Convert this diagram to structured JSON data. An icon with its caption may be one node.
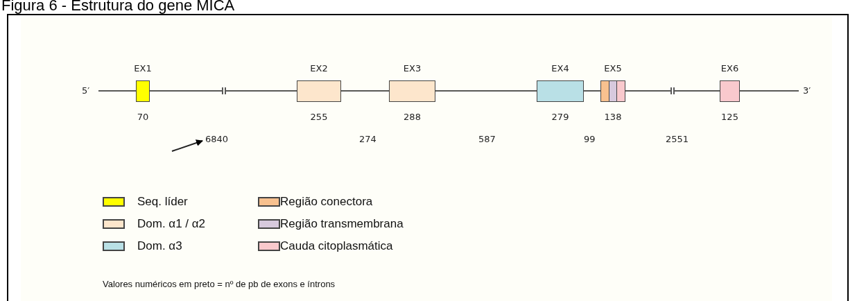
{
  "diagram": {
    "title": "Figura 6 - Estrutura do gene MICA",
    "nodes": [
      {
        "text": [
          "5′"
        ]
      },
      {
        "text": [
          "EX1"
        ],
        "beside": [
          "70"
        ]
      },
      {
        "text": [
          "EX2"
        ],
        "beside": [
          "255"
        ]
      },
      {
        "text": [
          "EX3"
        ],
        "beside": [
          "288"
        ]
      },
      {
        "text": [
          "EX4"
        ],
        "beside": [
          "279"
        ]
      },
      {
        "text": [
          "EX5"
        ],
        "beside": [
          "138"
        ]
      },
      {
        "text": [
          "EX6"
        ],
        "beside": [
          "125"
        ]
      },
      {
        "text": [
          "3′"
        ]
      },
      {
        "text": [
          "6840"
        ]
      }
    ],
    "edges": [
      {
        "from": 0,
        "to": 1,
        "arrow": "none"
      },
      {
        "from": 1,
        "to": 2,
        "arrow": "none"
      },
      {
        "from": 2,
        "to": 3,
        "arrow": "none"
      },
      {
        "from": 3,
        "to": 4,
        "arrow": "none"
      },
      {
        "from": 4,
        "to": 5,
        "arrow": "none"
      },
      {
        "from": 5,
        "to": 6,
        "arrow": "none"
      },
      {
        "from": 6,
        "to": 7,
        "arrow": "none"
      },
      {
        "from": null,
        "to": 8,
        "arrow": "to"
      }
    ],
    "labels": [
      "274",
      "587",
      "99",
      "2551",
      "Valores numéricos em preto = nº de pb de exons e íntrons"
    ],
    "legend": [
      {
        "text": "Seq. líder",
        "color": "#ffff00"
      },
      {
        "text": "Dom. α1 / α2",
        "color": "#fde6cc"
      },
      {
        "text": "Dom. α3",
        "color": "#b9e0e6"
      },
      {
        "text": "Região conectora",
        "color": "#f8c18f"
      },
      {
        "text": "Região transmembrana",
        "color": "#d7c9dd"
      },
      {
        "text": "Cauda citoplasmática",
        "color": "#f9c9cd"
      }
    ]
  }
}
